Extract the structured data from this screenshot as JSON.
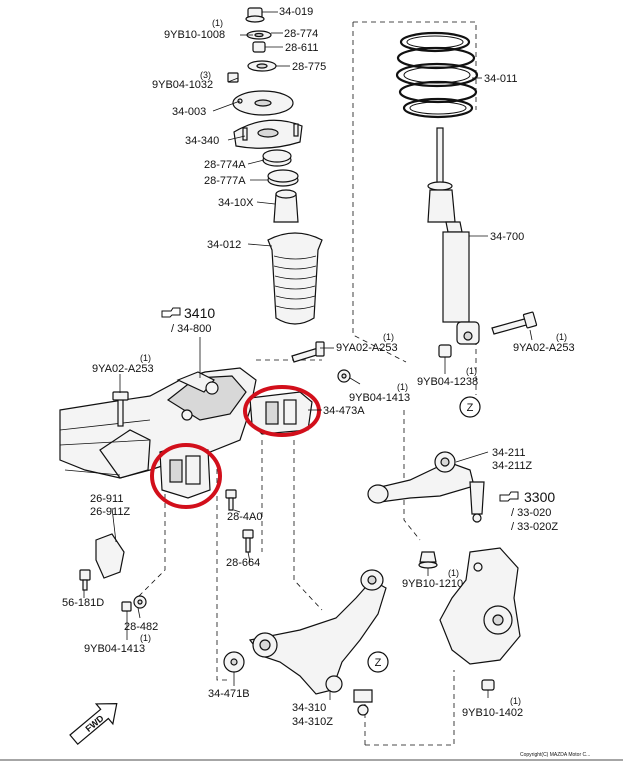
{
  "labels": {
    "p34_019": "34-019",
    "p9yb10_1008": "9YB10-1008",
    "q1008": "(1)",
    "p28_774": "28-774",
    "p28_611": "28-611",
    "p28_775": "28-775",
    "q1032": "(3)",
    "p9yb04_1032": "9YB04-1032",
    "p34_003": "34-003",
    "p34_011": "34-011",
    "p34_340": "34-340",
    "p28_774a": "28-774A",
    "p28_777a": "28-777A",
    "p34_10x": "34-10X",
    "p34_012": "34-012",
    "p34_700": "34-700",
    "p3410": "3410",
    "p34_800": "/ 34-800",
    "q_a253_mid": "(1)",
    "p9ya02_a253_mid": "9YA02-A253",
    "q_a253_left": "(1)",
    "p9ya02_a253_left": "9YA02-A253",
    "q_a253_right": "(1)",
    "p9ya02_a253_right": "9YA02-A253",
    "q1238": "(1)",
    "p9yb04_1238": "9YB04-1238",
    "q1413_top": "(1)",
    "p9yb04_1413_top": "9YB04-1413",
    "p34_473a": "34-473A",
    "p34_211": "34-211",
    "p34_211z": "34-211Z",
    "p26_911": "26-911",
    "p26_911z": "26-911Z",
    "p28_4a0": "28-4A0",
    "p3300": "3300",
    "p33_020": "/ 33-020",
    "p33_020z": "/ 33-020Z",
    "p28_664": "28-664",
    "q1210": "(1)",
    "p9yb10_1210": "9YB10-1210",
    "p56_181d": "56-181D",
    "p28_482": "28-482",
    "p9yb04_1413_bot": "9YB04-1413",
    "q1413_bot": "(1)",
    "p34_471b": "34-471B",
    "p34_310": "34-310",
    "p34_310z": "34-310Z",
    "q1402": "(1)",
    "p9yb10_1402": "9YB10-1402",
    "z_top": "Z",
    "z_bottom": "Z",
    "fwd": "FWD",
    "copyright": "Copyright(C) MAZDA Motor C..."
  },
  "colors": {
    "highlight": "#d20f1b",
    "line": "#111111"
  },
  "icons": {
    "hand_pointer": "hand-pointer-icon",
    "fwd_arrow": "fwd-arrow-icon"
  }
}
